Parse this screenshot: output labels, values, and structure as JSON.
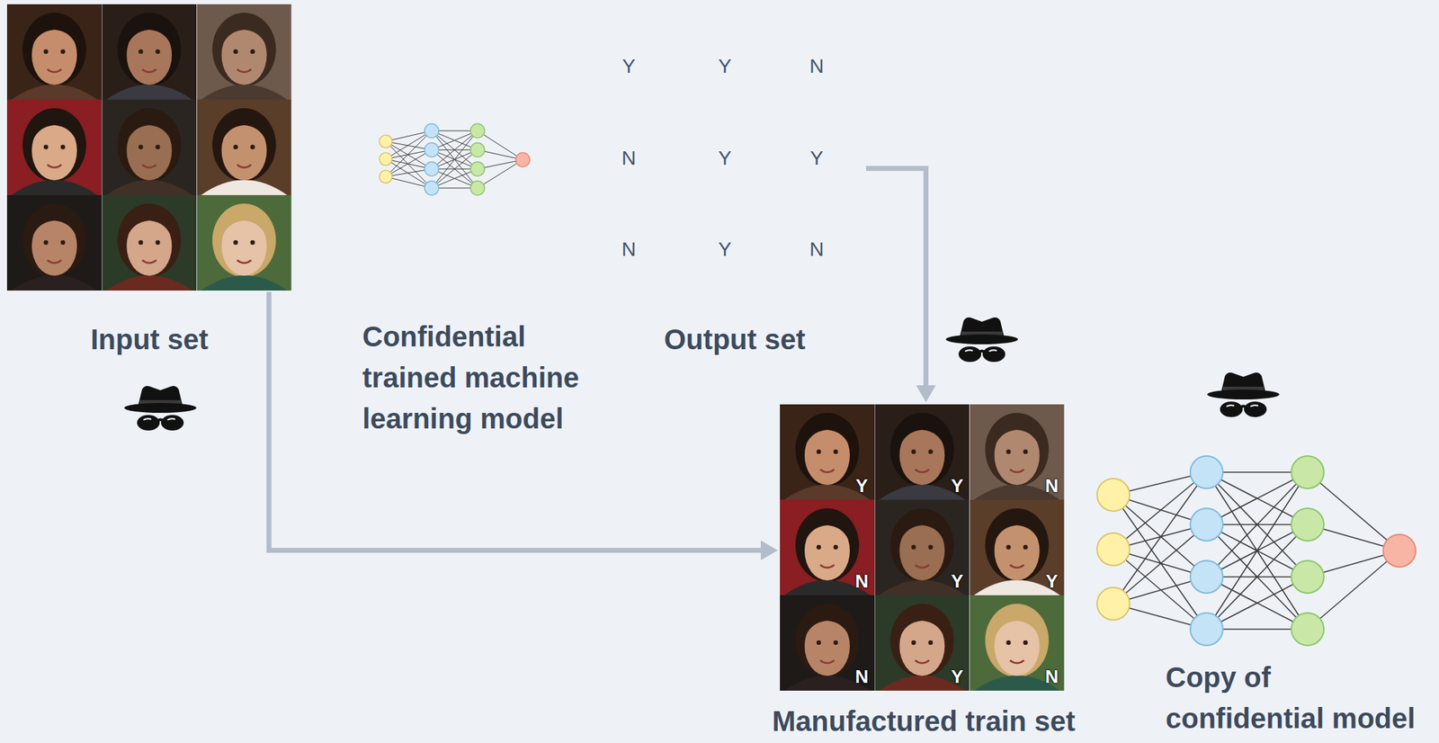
{
  "diagram": {
    "nodes": [
      {
        "text": [
          "Input set"
        ]
      },
      {
        "text": [
          "Confidential trained machine learning model"
        ]
      },
      {
        "text": [
          "Y",
          "Y",
          "N",
          "N",
          "Y",
          "Y",
          "N",
          "Y",
          "N",
          "Output set"
        ]
      },
      {
        "text": [
          "Y",
          "Y",
          "N",
          "N",
          "Y",
          "Y",
          "N",
          "Y",
          "N",
          "Manufactured train set"
        ]
      },
      {
        "text": [
          "Copy of confidential model"
        ]
      }
    ],
    "edges": [
      {
        "from": 0,
        "to": 3,
        "arrow": "to"
      },
      {
        "from": 2,
        "to": 3,
        "arrow": "to"
      }
    ]
  }
}
